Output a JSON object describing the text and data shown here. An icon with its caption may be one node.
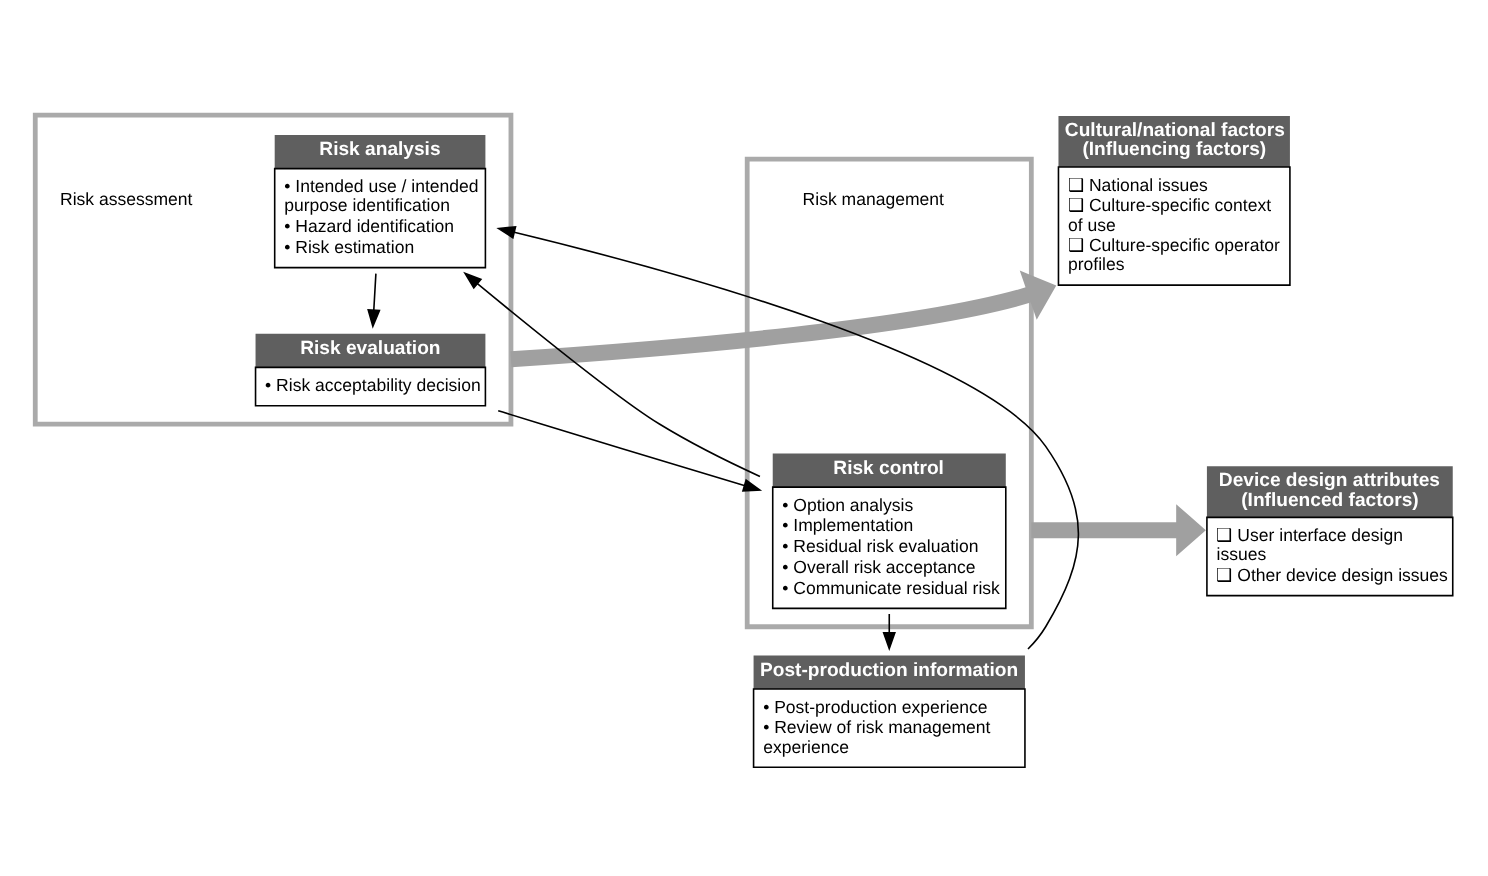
{
  "diagram": {
    "nodes": [
      {
        "text": [],
        "shape": "box"
      },
      {
        "text": [
          "Risk analysis",
          "• Intended use / intended purpose identification",
          "• Hazard identification",
          "• Risk estimation"
        ],
        "in": 0
      },
      {
        "text": [
          "Risk evaluation",
          "• Risk acceptability decision"
        ],
        "in": 0
      },
      {
        "text": [],
        "shape": "box"
      },
      {
        "text": [
          "Risk control",
          "• Option analysis",
          "• Implementation",
          "• Residual risk evaluation",
          "• Overall risk acceptance",
          "• Communicate residual risk"
        ],
        "in": 3
      },
      {
        "text": [
          "Post-production information",
          "• Post-production experience",
          "• Review of risk management experience"
        ]
      },
      {
        "text": [
          "Cultural/national factors (Influencing factors)",
          "❑ National issues",
          "❑ Culture-specific context of use",
          "❑ Culture-specific operator profiles"
        ]
      },
      {
        "text": [
          "Device design attributes (Influenced factors)",
          "❑ User interface design issues",
          "❑ Other device design issues"
        ]
      }
    ],
    "edges": [
      {
        "from": 1,
        "to": 2,
        "arrow": "to"
      },
      {
        "from": 2,
        "to": 4,
        "arrow": "to"
      },
      {
        "from": 4,
        "to": 5,
        "arrow": "to"
      },
      {
        "from": 4,
        "to": 1,
        "arrow": "to"
      },
      {
        "from": 5,
        "to": 1,
        "arrow": "to"
      },
      {
        "from": 0,
        "to": 6,
        "arrow": "to",
        "style": "thick",
        "color": "#a0a0a0"
      },
      {
        "from": 3,
        "to": 7,
        "arrow": "to",
        "style": "thick",
        "color": "#a0a0a0"
      }
    ],
    "labels": [
      "Risk assessment",
      "Risk management"
    ]
  }
}
